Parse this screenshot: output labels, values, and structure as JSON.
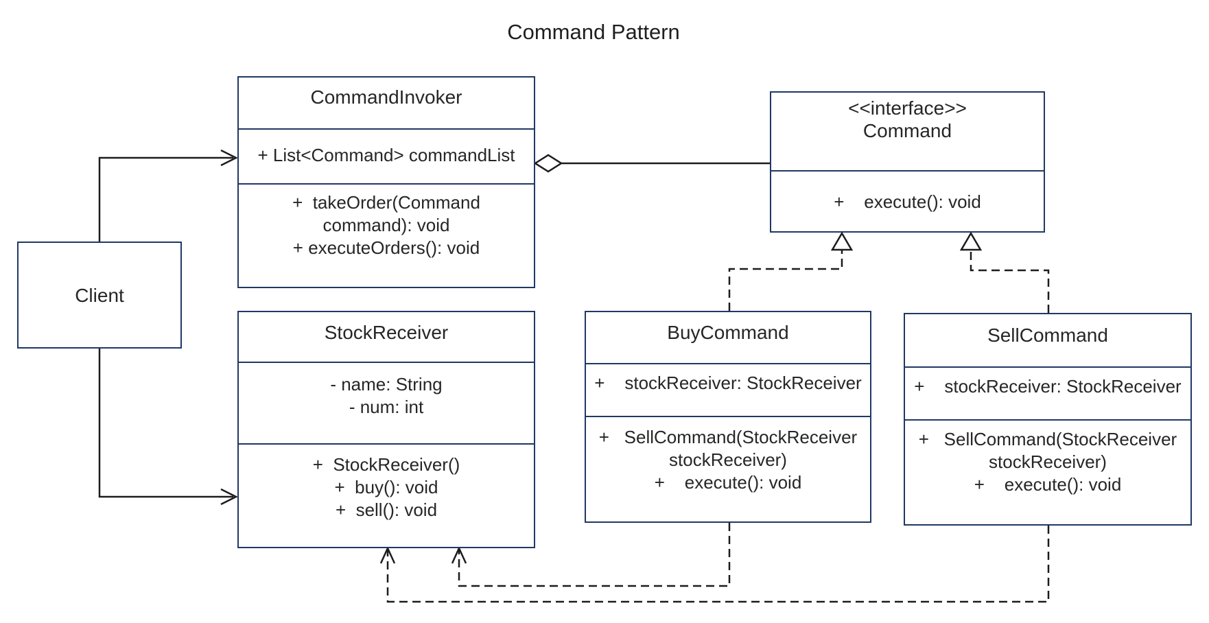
{
  "diagram_title": "Command Pattern",
  "colors": {
    "box_border": "#1f3864",
    "connector_line": "#1c1c1c",
    "text": "#262626",
    "background": "#ffffff"
  },
  "classes": {
    "client": {
      "name": "Client"
    },
    "command_invoker": {
      "name": "CommandInvoker",
      "attribute_lines": [
        "+ List<Command> commandList"
      ],
      "method_lines": [
        "+  takeOrder(Command",
        "command): void",
        "+ executeOrders(): void"
      ]
    },
    "command_interface": {
      "stereotype": "<<interface>>",
      "name": "Command",
      "method_lines": [
        "+    execute(): void"
      ]
    },
    "stock_receiver": {
      "name": "StockReceiver",
      "attribute_lines": [
        "- name: String",
        "- num: int"
      ],
      "method_lines": [
        "+  StockReceiver()",
        "+  buy(): void",
        "+  sell(): void"
      ]
    },
    "buy_command": {
      "name": "BuyCommand",
      "attribute_lines": [
        "+    stockReceiver: StockReceiver"
      ],
      "method_lines": [
        "+   SellCommand(StockReceiver",
        "stockReceiver)",
        "+    execute(): void"
      ]
    },
    "sell_command": {
      "name": "SellCommand",
      "attribute_lines": [
        "+    stockReceiver: StockReceiver"
      ],
      "method_lines": [
        "+   SellCommand(StockReceiver",
        "stockReceiver)",
        "+    execute(): void"
      ]
    }
  },
  "relationships": [
    {
      "from": "Client",
      "to": "CommandInvoker",
      "type": "association"
    },
    {
      "from": "Client",
      "to": "StockReceiver",
      "type": "association"
    },
    {
      "from": "CommandInvoker",
      "to": "Command",
      "type": "aggregation"
    },
    {
      "from": "BuyCommand",
      "to": "Command",
      "type": "realization"
    },
    {
      "from": "SellCommand",
      "to": "Command",
      "type": "realization"
    },
    {
      "from": "BuyCommand",
      "to": "StockReceiver",
      "type": "dependency"
    },
    {
      "from": "SellCommand",
      "to": "StockReceiver",
      "type": "dependency"
    }
  ]
}
